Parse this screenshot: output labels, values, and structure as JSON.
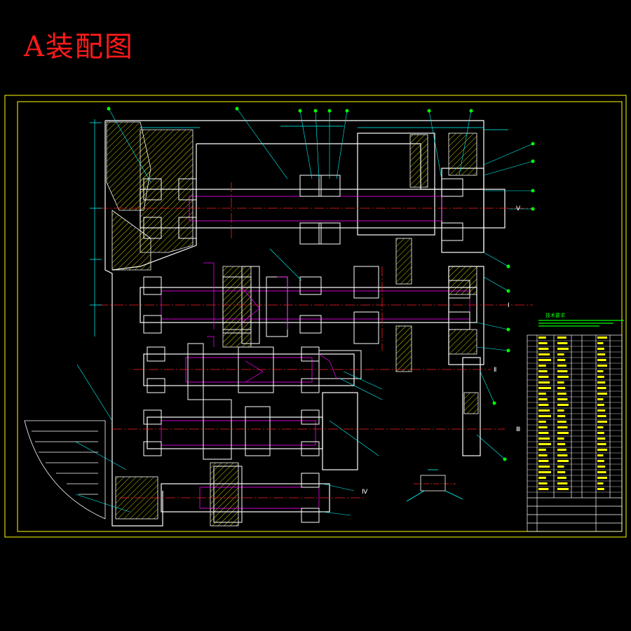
{
  "page": {
    "title": "A装配图"
  },
  "colors": {
    "background": "#000000",
    "title": "#ff1a1a",
    "frame": "#ffff00",
    "outline": "#ffffff",
    "dimension": "#00ffff",
    "centerline": "#ff2020",
    "hatch": "#ffff00",
    "shaft": "#ff00ff",
    "balloon": "#00ff00"
  },
  "drawing": {
    "axis_labels": [
      "Ⅰ",
      "Ⅱ",
      "Ⅲ",
      "Ⅳ",
      "Ⅴ"
    ],
    "tech_requirements_heading": "技术要求"
  }
}
